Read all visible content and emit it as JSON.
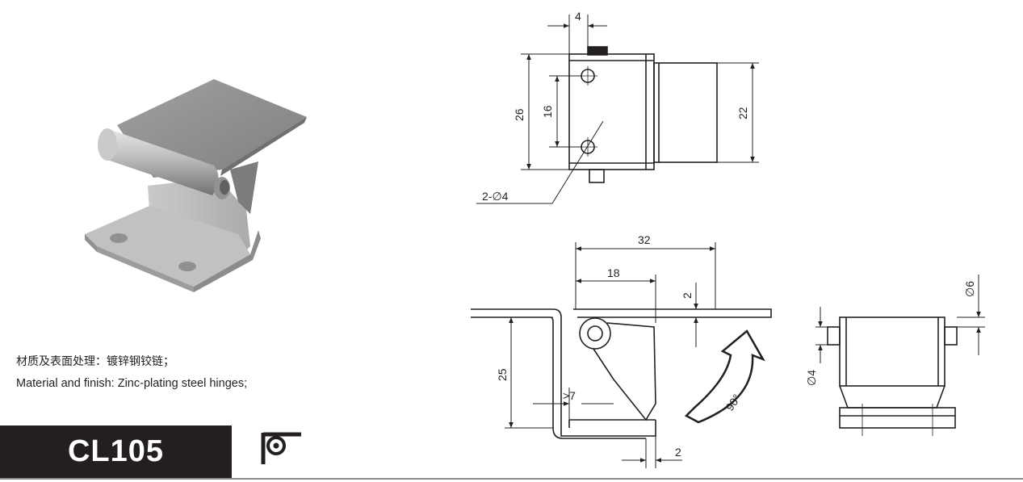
{
  "product": {
    "model": "CL105",
    "material_cn": "材质及表面处理：镀锌钢铰链；",
    "material_en": "Material and finish: Zinc-plating steel hinges;",
    "category_icon": "hinge-symbol-icon"
  },
  "drawing": {
    "top_view": {
      "dim_pin_offset": "4",
      "dim_height_overall": "26",
      "dim_hole_spacing": "16",
      "dim_leaf_height": "22",
      "dim_holes": "2-∅4"
    },
    "side_view": {
      "dim_length_overall": "32",
      "dim_pivot_offset": "18",
      "dim_thickness": "2",
      "dim_depth": "25",
      "dim_clearance": ">7",
      "dim_bottom_thickness": "2",
      "rotation_label": "90°"
    },
    "end_view": {
      "dim_pin_dia": "∅6",
      "dim_barrel_dia": "∅4"
    }
  },
  "colors": {
    "line": "#231f20",
    "badge_bg": "#231f20",
    "badge_text": "#ffffff",
    "rule": "#8a8a8a"
  }
}
